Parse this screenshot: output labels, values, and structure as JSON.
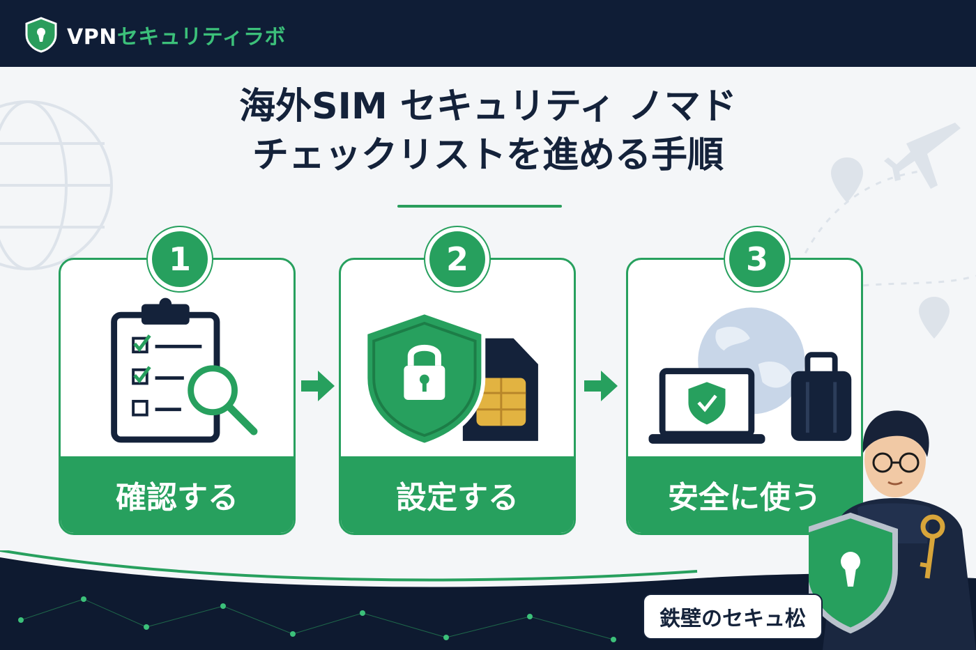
{
  "header": {
    "brand_vpn": "VPN",
    "brand_rest": "セキュリティラボ",
    "logo_icon": "shield-keyhole-icon"
  },
  "title": {
    "line1": "海外SIM セキュリティ ノマド",
    "line2": "チェックリストを進める手順"
  },
  "steps": [
    {
      "number": "1",
      "label": "確認する",
      "icon": "clipboard-checklist-magnifier-icon"
    },
    {
      "number": "2",
      "label": "設定する",
      "icon": "shield-lock-sim-card-icon"
    },
    {
      "number": "3",
      "label": "安全に使う",
      "icon": "globe-laptop-suitcase-icon"
    }
  ],
  "character": {
    "name": "鉄壁のセキュ松"
  },
  "colors": {
    "navy": "#0f1d36",
    "green": "#27a05e",
    "accent_green": "#3cc07a"
  }
}
